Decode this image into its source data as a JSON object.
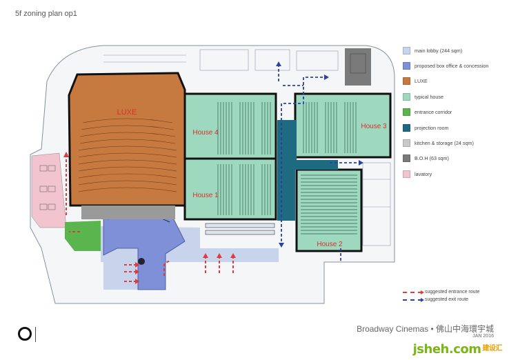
{
  "page_title": "5f zoning plan op1",
  "rooms": {
    "luxe": "LUXE",
    "house4": "House 4",
    "house1": "House 1",
    "house3": "House 3",
    "house2": "House 2"
  },
  "legend": [
    {
      "label": "main lobby (244 sqm)",
      "color": "#c8d4ec"
    },
    {
      "label": "proposed box office & concession",
      "color": "#7f8fd8"
    },
    {
      "label": "LUXE",
      "color": "#c77a3f"
    },
    {
      "label": "typical house",
      "color": "#9ed8bf"
    },
    {
      "label": "entrance corridor",
      "color": "#5ab54f"
    },
    {
      "label": "projection room",
      "color": "#1e6a80"
    },
    {
      "label": "kitchen & storage (24 sqm)",
      "color": "#c9c9c9"
    },
    {
      "label": "B.O.H (63 sqm)",
      "color": "#7a7a7a"
    },
    {
      "label": "lavatory",
      "color": "#f2c4cf"
    }
  ],
  "routes": [
    {
      "label": "suggested entrance route",
      "color": "#e03b3b"
    },
    {
      "label": "suggested  exit route",
      "color": "#2c3fa3"
    }
  ],
  "footer": {
    "brand": "Broadway Cinemas •  佛山中海環宇城",
    "date": "JAN 2016"
  },
  "watermark": {
    "text": "jsheh.com",
    "cn": "建设汇"
  },
  "colors": {
    "wall": "#111111",
    "line": "#5a6a7a",
    "lobby": "#c8d4ec",
    "box_office": "#7f8fd8",
    "luxe": "#c77a3f",
    "house": "#9ed8bf",
    "corridor": "#5ab54f",
    "projection": "#1e6a80",
    "lavatory": "#f2c4cf",
    "boh": "#7a7a7a",
    "label_red": "#d8302c"
  }
}
